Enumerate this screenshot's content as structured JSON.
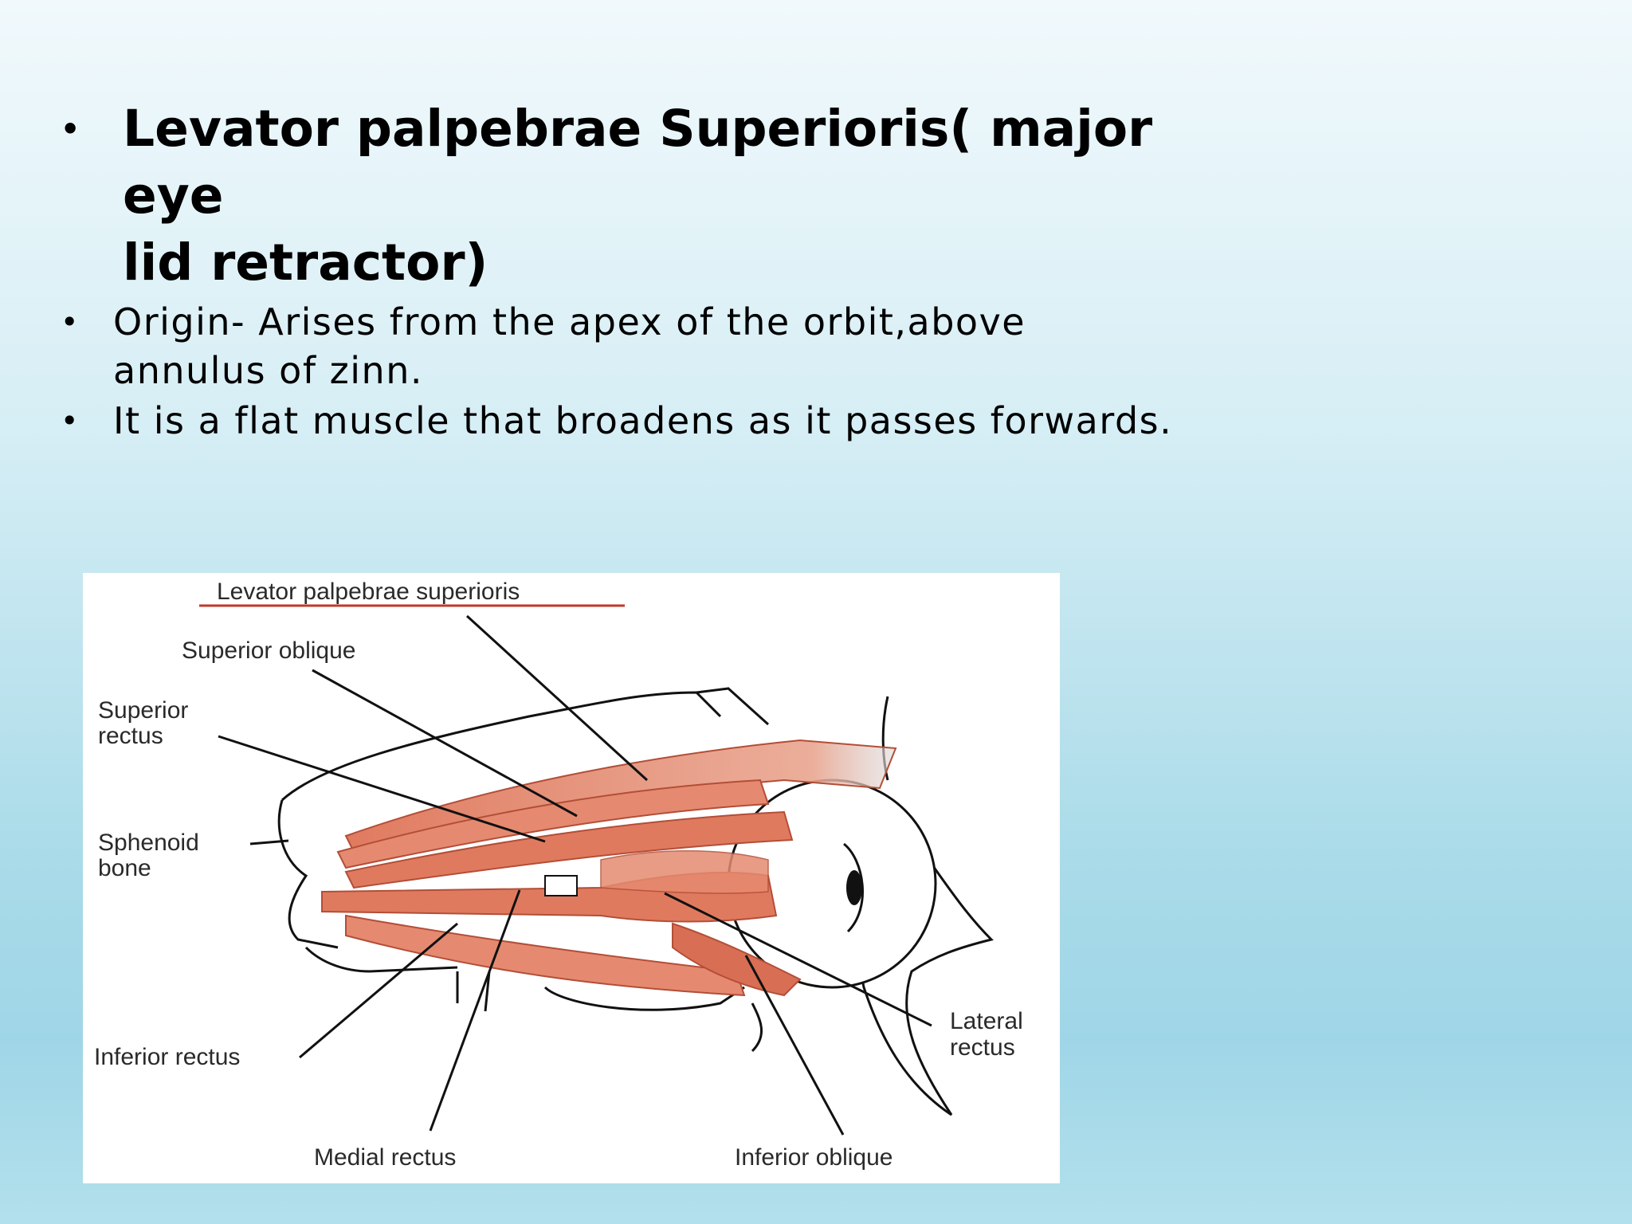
{
  "bullets": [
    {
      "text": "Levator palpebrae Superioris( major eye lid retractor)",
      "lines": [
        "Levator palpebrae Superioris( major eye",
        "lid retractor)"
      ]
    },
    {
      "text": "Origin- Arises from the apex of the orbit,above annulus of zinn.",
      "lines": [
        "Origin- Arises from the apex of the orbit,above",
        "annulus of zinn."
      ]
    },
    {
      "text": "It is a flat muscle that broadens as it passes forwards.",
      "lines": [
        "It is a flat muscle that broadens as it passes forwards."
      ]
    }
  ],
  "bullet_glyph": "•",
  "figure": {
    "labels": {
      "levator": "Levator palpebrae superioris",
      "superior_oblique": "Superior oblique",
      "superior_rectus_1": "Superior",
      "superior_rectus_2": "rectus",
      "sphenoid_1": "Sphenoid",
      "sphenoid_2": "bone",
      "inferior_rectus": "Inferior rectus",
      "medial_rectus": "Medial rectus",
      "inferior_oblique": "Inferior oblique",
      "lateral_rectus_1": "Lateral",
      "lateral_rectus_2": "rectus"
    },
    "colors": {
      "muscle": "#e07a5f",
      "muscle_dark": "#c2573f",
      "underline": "#c0392b",
      "bone": "#111111"
    }
  }
}
